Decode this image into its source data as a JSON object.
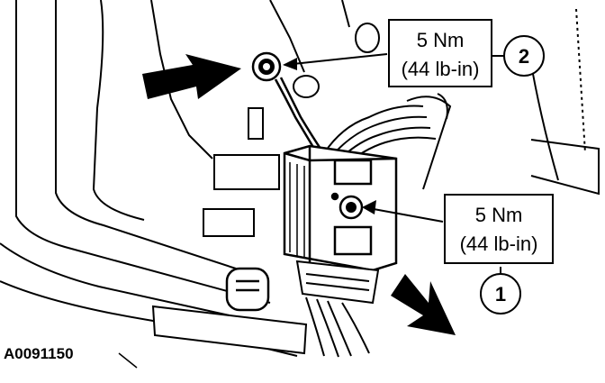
{
  "figure_id": "A0091150",
  "callouts": [
    {
      "number": "2",
      "torque_nm": "5 Nm",
      "torque_lbin": "(44 lb-in)"
    },
    {
      "number": "1",
      "torque_nm": "5 Nm",
      "torque_lbin": "(44 lb-in)"
    }
  ]
}
